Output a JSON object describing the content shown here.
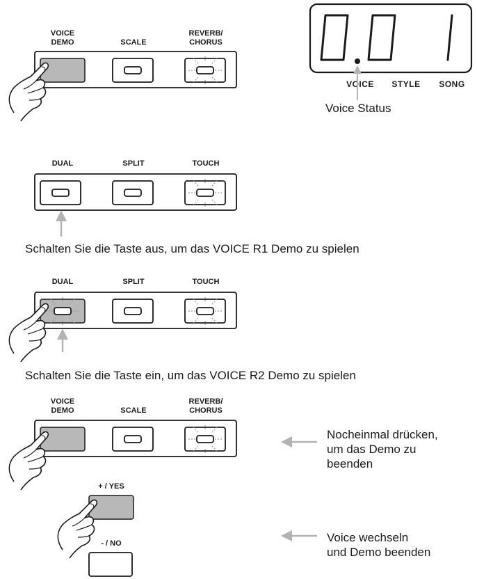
{
  "panel1": {
    "labels": [
      [
        "VOICE",
        "DEMO"
      ],
      [
        "SCALE"
      ],
      [
        "REVERB/",
        "CHORUS"
      ]
    ]
  },
  "display": {
    "digits": "0.01",
    "labels": [
      "VOICE",
      "STYLE",
      "SONG"
    ],
    "status_caption": "Voice Status"
  },
  "panel2": {
    "labels": [
      "DUAL",
      "SPLIT",
      "TOUCH"
    ],
    "caption": "Schalten Sie die Taste aus, um das VOICE R1 Demo zu spielen"
  },
  "panel3": {
    "labels": [
      "DUAL",
      "SPLIT",
      "TOUCH"
    ],
    "caption": "Schalten Sie die Taste ein, um das VOICE R2 Demo zu spielen"
  },
  "panel4": {
    "labels": [
      [
        "VOICE",
        "DEMO"
      ],
      [
        "SCALE"
      ],
      [
        "REVERB/",
        "CHORUS"
      ]
    ],
    "note": [
      "Nocheinmal drücken,",
      "um das Demo zu",
      "beenden"
    ]
  },
  "yesno": {
    "yes_label": "+ / YES",
    "no_label": "- / NO",
    "note": [
      "Voice wechseln",
      "und Demo beenden"
    ]
  },
  "colors": {
    "pressed": "#b8b8b8",
    "arrow": "#b3b3b3",
    "ink": "#1a1a1a"
  }
}
